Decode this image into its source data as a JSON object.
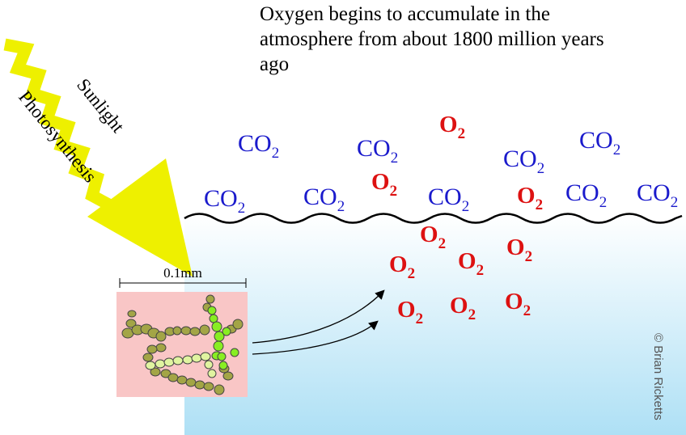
{
  "caption": "Oxygen begins to accumulate in the atmosphere from about 1800 million years ago",
  "labels": {
    "sunlight": "Sunlight",
    "photosynthesis": "Photosynthesis",
    "scale": "0.1mm"
  },
  "credit": "© Brian Ricketts",
  "molecules": {
    "co2": {
      "main": "CO",
      "sub": "2"
    },
    "o2": {
      "main": "O",
      "sub": "2"
    }
  },
  "colors": {
    "co2": "#1a1acc",
    "o2": "#dd1111",
    "sunbeam": "#eef000",
    "water_top": "#ffffff",
    "water_bottom": "#aee0f5",
    "inset_bg": "#f9c6c6",
    "cell_dark": "#a3a546",
    "cell_bright": "#88ee22",
    "cell_pale": "#e0f4a0"
  }
}
